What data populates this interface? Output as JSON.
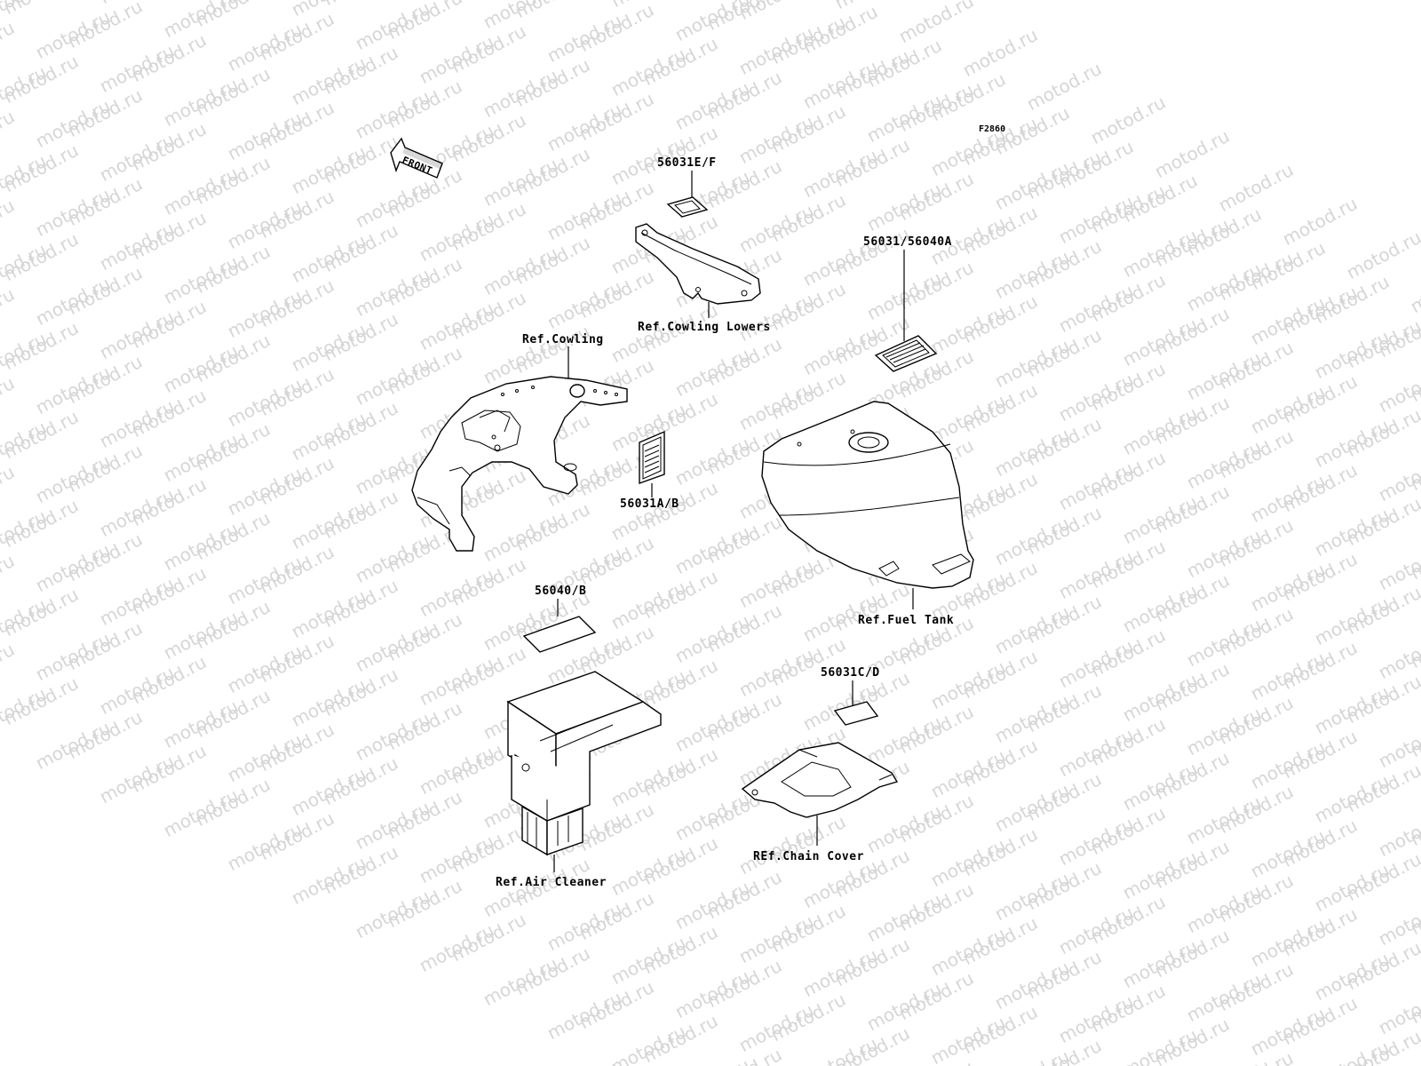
{
  "diagram_code": "F2860",
  "front_arrow_label": "FRONT",
  "watermark_text": "motod.ru",
  "labels": {
    "decal_56031EF": "56031E/F",
    "ref_cowling_lowers": "Ref.Cowling Lowers",
    "decal_56031_56040A": "56031/56040A",
    "ref_cowling": "Ref.Cowling",
    "decal_56031AB": "56031A/B",
    "ref_fuel_tank": "Ref.Fuel Tank",
    "decal_56040B": "56040/B",
    "decal_56031CD": "56031C/D",
    "ref_chain_cover": "REf.Chain Cover",
    "ref_air_cleaner": "Ref.Air Cleaner"
  }
}
